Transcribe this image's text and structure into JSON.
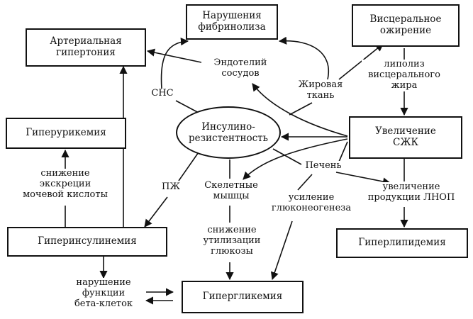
{
  "nodes": {
    "fibrinolysis": "Нарушения\nфибринолиза",
    "visceral_obesity": "Висцеральное\nожирение",
    "hypertension": "Артериальная\nгипертония",
    "hyperuricemia": "Гиперурикемия",
    "insulin_resistance": "Инсулино-\nрезистентность",
    "ffa_increase": "Увеличение\nСЖК",
    "hyperinsulinemia": "Гиперинсулинемия",
    "hyperlipidemia": "Гиперлипидемия",
    "hyperglycemia": "Гипергликемия"
  },
  "labels": {
    "endothelium": "Эндотелий\nсосудов",
    "sns": "СНС",
    "adipose": "Жировая\nткань",
    "lipolysis": "липолиз\nвисцерального\nжира",
    "uric": "снижение\nэкскреции\nмочевой кислоты",
    "pancreas": "ПЖ",
    "muscles": "Скелетные\nмышцы",
    "liver": "Печень",
    "gluconeo": "усиление\nглюконеогенеза",
    "vldl": "увеличение\nпродукции ЛНОП",
    "glucose_util": "снижение\nутилизации\nглюкозы",
    "beta_cells": "нарушение\nфункции\nбета-клеток"
  }
}
